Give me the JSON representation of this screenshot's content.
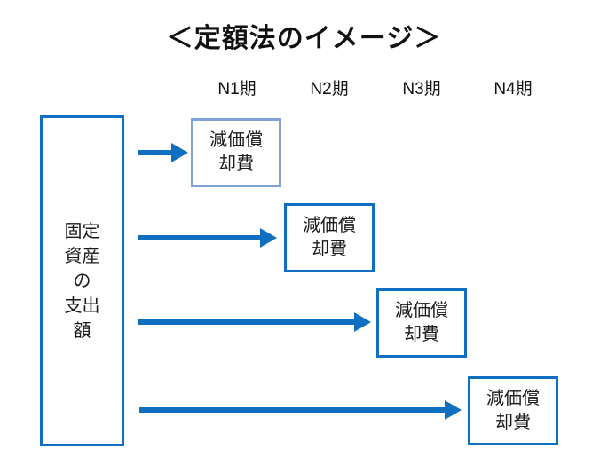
{
  "title": "＜定額法のイメージ＞",
  "periods": [
    {
      "label": "N1期"
    },
    {
      "label": "N2期"
    },
    {
      "label": "N3期"
    },
    {
      "label": "N4期"
    }
  ],
  "source_box": {
    "label": "固定\n資産\nの\n支出\n額"
  },
  "expense_boxes": [
    {
      "label": "減価償\n却費",
      "period": "N1期",
      "border_color": "#7ea2d8"
    },
    {
      "label": "減価償\n却費",
      "period": "N2期",
      "border_color": "#0f70c2"
    },
    {
      "label": "減価償\n却費",
      "period": "N3期",
      "border_color": "#0f70c2"
    },
    {
      "label": "減価償\n却費",
      "period": "N4期",
      "border_color": "#0f70c2"
    }
  ],
  "colors": {
    "arrow_blue": "#0f70c2",
    "box_border_blue": "#0f70c2",
    "first_box_border_light_blue": "#7ea2d8",
    "text": "#1a1a1a",
    "background": "#ffffff"
  }
}
